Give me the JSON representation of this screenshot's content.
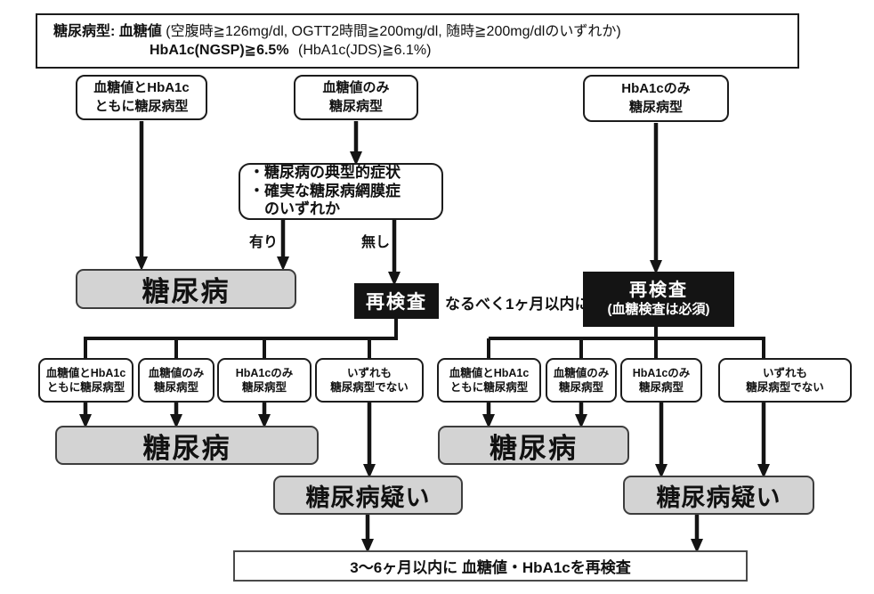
{
  "header": {
    "line1_bold": "糖尿病型: 血糖値",
    "line1_rest": "(空腹時≧126mg/dl, OGTT2時間≧200mg/dl, 随時≧200mg/dlのいずれか)",
    "line2_bold": "HbA1c(NGSP)≧6.5%",
    "line2_rest": "(HbA1c(JDS)≧6.1%)"
  },
  "type_boxes": {
    "both": {
      "line1": "血糖値とHbA1c",
      "line2": "ともに糖尿病型"
    },
    "glucose_only": {
      "line1": "血糖値のみ",
      "line2": "糖尿病型"
    },
    "hba1c_only": {
      "line1": "HbA1cのみ",
      "line2": "糖尿病型"
    },
    "none": {
      "line1": "いずれも",
      "line2": "糖尿病型でない"
    }
  },
  "symptoms": {
    "line1": "・糖尿病の典型的症状",
    "line2": "・確実な糖尿病網膜症",
    "line3": "のいずれか"
  },
  "edge_labels": {
    "present": "有り",
    "absent": "無し",
    "asap": "なるべく1ヶ月以内に"
  },
  "recheck": {
    "title": "再検査",
    "note": "(血糖検査は必須)"
  },
  "outcomes": {
    "diabetes": "糖尿病",
    "suspected": "糖尿病疑い"
  },
  "footer": {
    "text": "3〜6ヶ月以内に 血糖値・HbA1cを再検査"
  },
  "colors": {
    "outcome_fill": "#d3d3d3",
    "recheck_fill": "#141414",
    "line": "#141414"
  }
}
